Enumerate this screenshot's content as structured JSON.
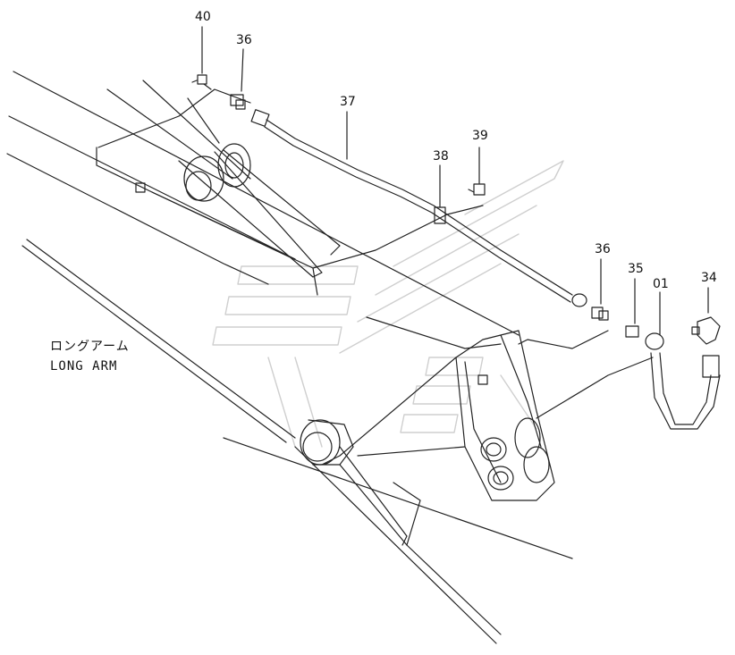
{
  "callouts": [
    {
      "id": "c40a",
      "text": "40"
    },
    {
      "id": "c36a",
      "text": "36"
    },
    {
      "id": "c37",
      "text": "37"
    },
    {
      "id": "c39",
      "text": "39"
    },
    {
      "id": "c38",
      "text": "38"
    },
    {
      "id": "c36b",
      "text": "36"
    },
    {
      "id": "c35",
      "text": "35"
    },
    {
      "id": "c01",
      "text": "01"
    },
    {
      "id": "c34",
      "text": "34"
    }
  ],
  "caption": {
    "jp": "ロングアーム",
    "en": "LONG ARM"
  }
}
